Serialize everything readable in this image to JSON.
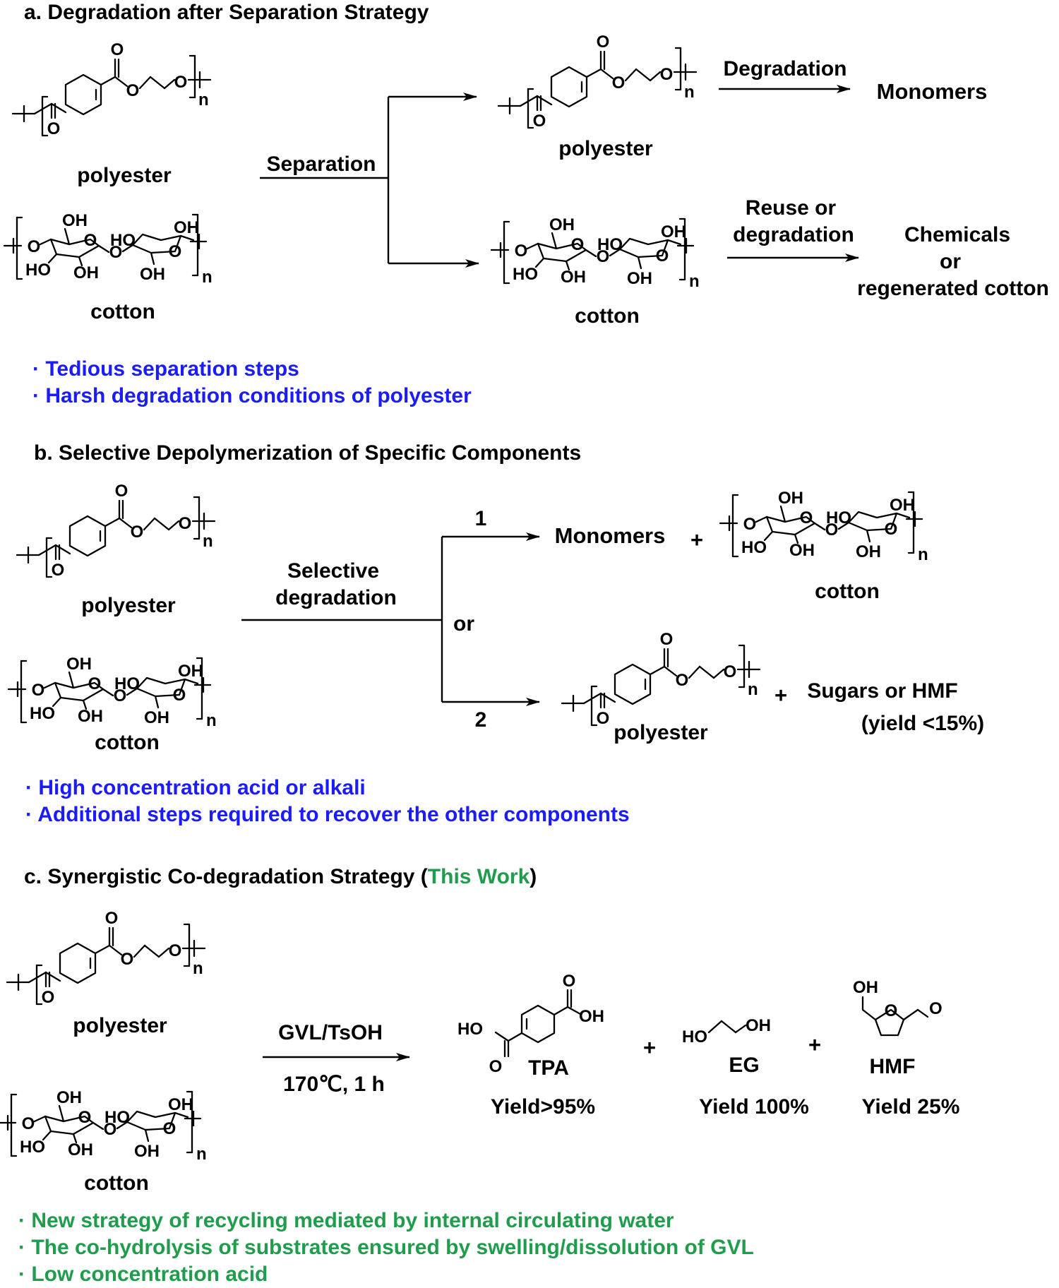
{
  "colors": {
    "benzene_fill": "#f6b488",
    "glucose_fill": "#8fd3c8",
    "furan_fill": "#8fd3c8",
    "note_blue": "#1b1bff",
    "note_green": "#1f9d4c"
  },
  "chem": {
    "O": "O",
    "n": "n",
    "OH": "OH",
    "HO": "HO",
    "HO_ring": "HO",
    "TPA_HO": "HO",
    "TPA_OH": "OH",
    "EG_HO": "HO",
    "EG_OH": "OH"
  },
  "sections": {
    "a": {
      "title": "a. Degradation after Separation Strategy",
      "polyester": "polyester",
      "cotton": "cotton",
      "separation": "Separation",
      "degradation": "Degradation",
      "monomers": "Monomers",
      "reuse_line1": "Reuse or",
      "reuse_line2": "degradation",
      "chem_line1": "Chemicals",
      "chem_line2": "or",
      "chem_line3": "regenerated cotton",
      "notes": [
        "· Tedious separation steps",
        "· Harsh degradation conditions of polyester"
      ]
    },
    "b": {
      "title": "b. Selective Depolymerization of Specific Components",
      "polyester": "polyester",
      "cotton": "cotton",
      "selective_line1": "Selective",
      "selective_line2": "degradation",
      "route1": "1",
      "route2": "2",
      "or": "or",
      "monomers": "Monomers",
      "plus": "+",
      "sugars": "Sugars or HMF",
      "yield": "(yield <15%)",
      "notes": [
        "· High concentration acid or alkali",
        "· Additional steps required to recover the other components"
      ]
    },
    "c": {
      "title_main": "c. Synergistic Co-degradation Strategy (",
      "title_work": "This Work",
      "title_end": ")",
      "polyester": "polyester",
      "cotton": "cotton",
      "reagent": "GVL/TsOH",
      "conditions": "170℃, 1 h",
      "plus": "+",
      "tpa": "TPA",
      "eg": "EG",
      "hmf": "HMF",
      "tpa_yield": "Yield>95%",
      "eg_yield": "Yield 100%",
      "hmf_yield": "Yield 25%",
      "notes": [
        "· New strategy of recycling mediated by internal circulating water",
        "· The co-hydrolysis of substrates ensured by swelling/dissolution of GVL",
        "· Low concentration acid"
      ]
    }
  }
}
